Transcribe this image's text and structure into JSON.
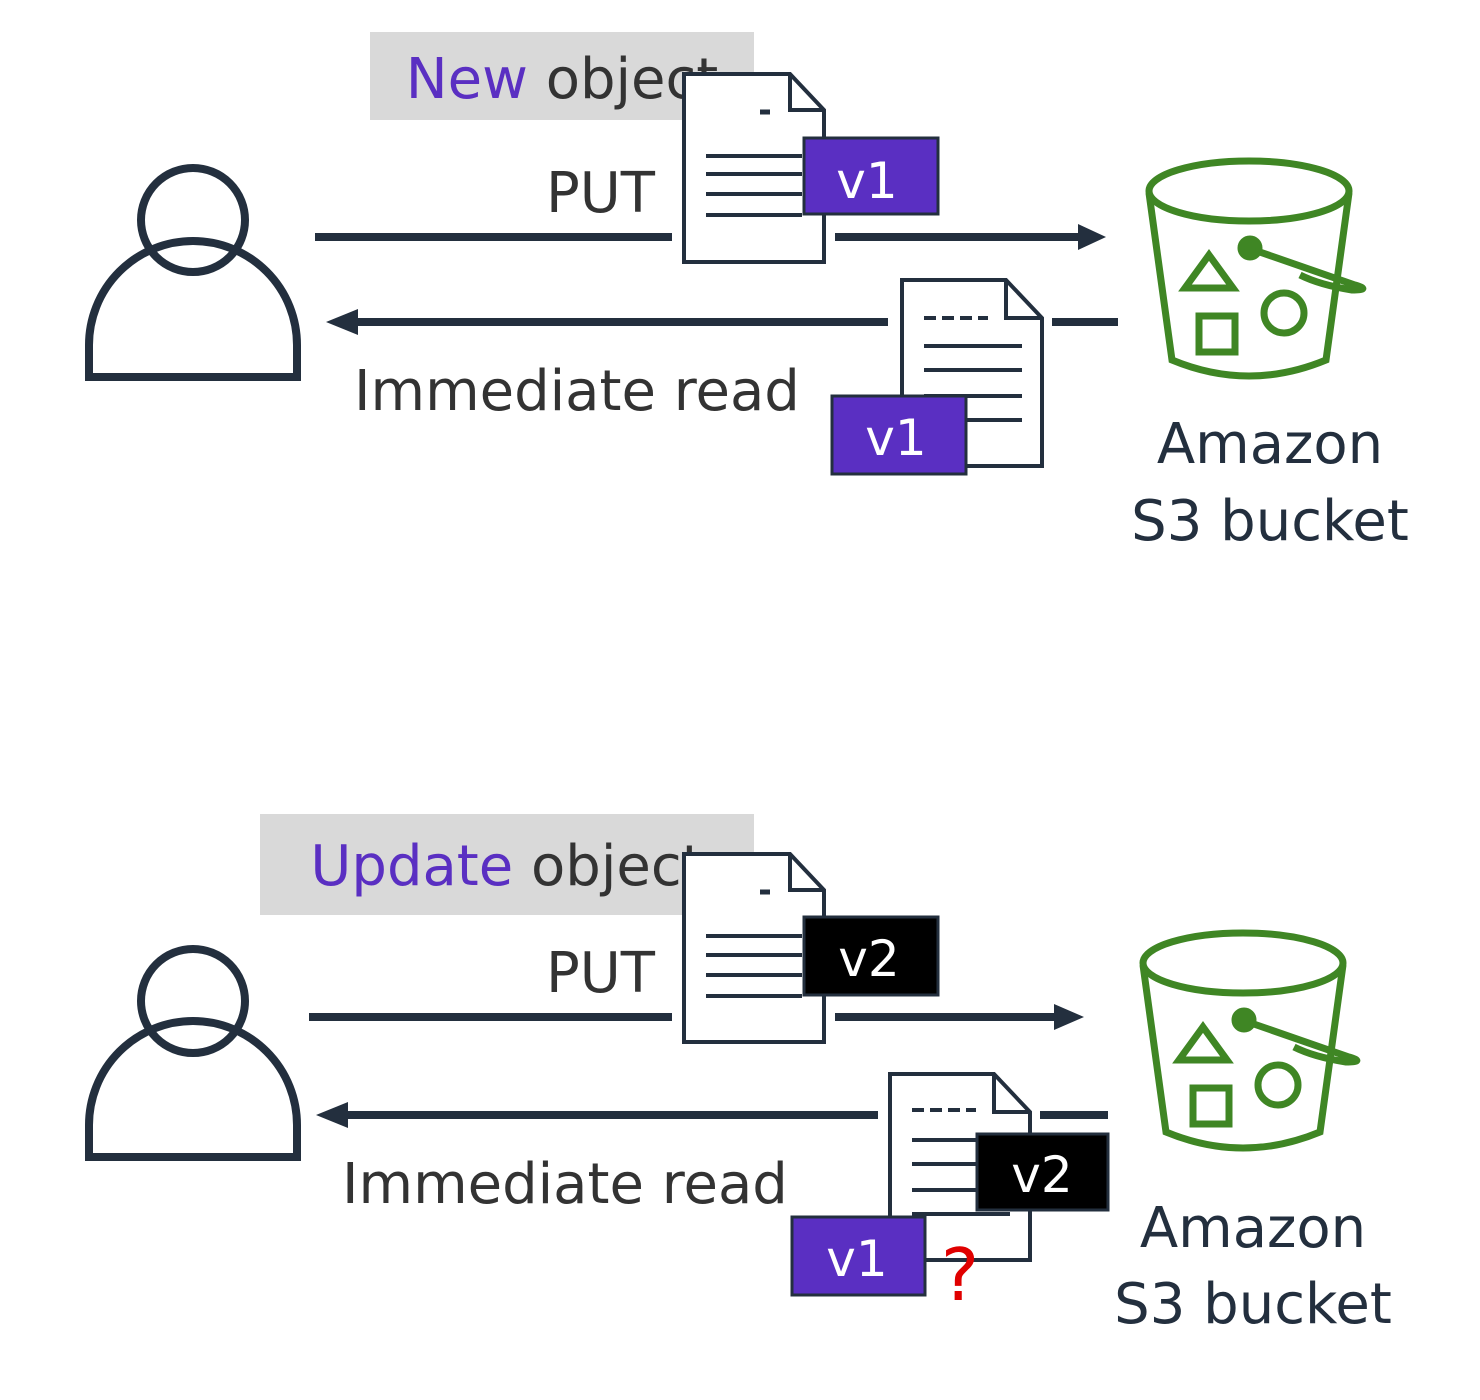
{
  "colors": {
    "ink": "#232f3e",
    "accent_purple": "#5a2fc2",
    "label_bg": "#d9d9d9",
    "bucket_green": "#3f8624",
    "version_black": "#000000",
    "question_red": "#e00000",
    "label_text": "#333333"
  },
  "scenarios": [
    {
      "label_highlight": "New",
      "label_rest": " object",
      "put_label": "PUT",
      "read_label": "Immediate read",
      "put_version": "v1",
      "read_version": "v1",
      "bucket_line1": "Amazon",
      "bucket_line2": "S3 bucket"
    },
    {
      "label_highlight": "Update",
      "label_rest": " object",
      "put_label": "PUT",
      "read_label": "Immediate read",
      "put_version": "v2",
      "read_version_back": "v2",
      "read_version_front": "v1",
      "uncertain_mark": "?",
      "bucket_line1": "Amazon",
      "bucket_line2": "S3 bucket"
    }
  ],
  "icons": {
    "user": "user-icon",
    "document": "document-icon",
    "bucket": "s3-bucket-icon"
  }
}
